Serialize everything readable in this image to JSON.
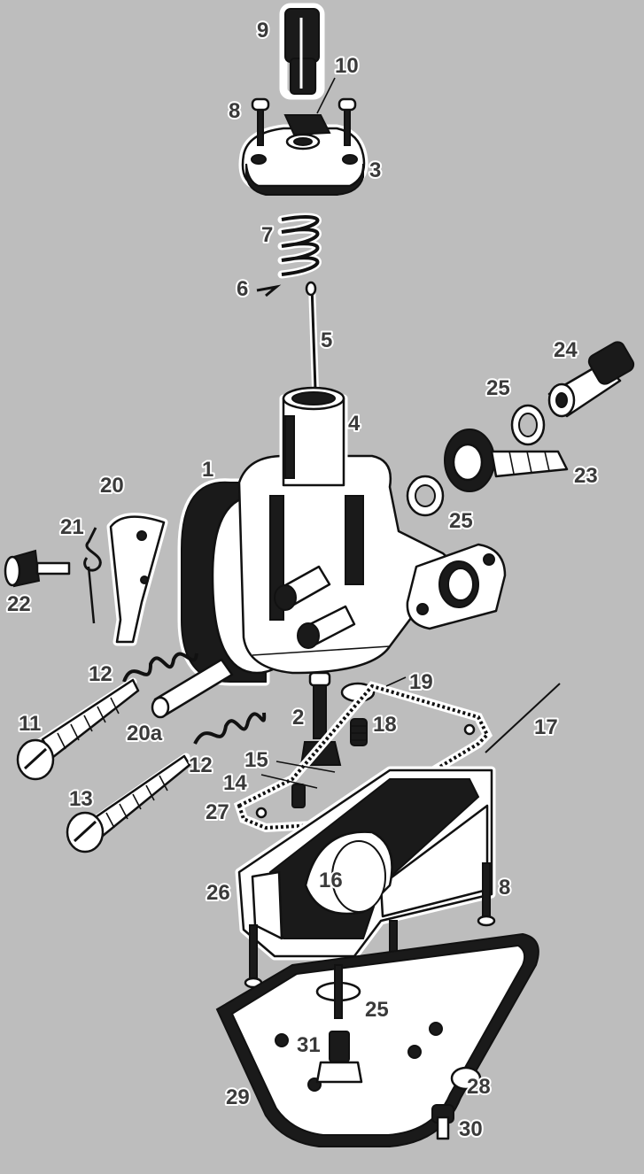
{
  "labels": {
    "l1": "1",
    "l2": "2",
    "l3": "3",
    "l4": "4",
    "l5": "5",
    "l6": "6",
    "l7": "7",
    "l8a": "8",
    "l8b": "8",
    "l9": "9",
    "l10": "10",
    "l11": "11",
    "l12a": "12",
    "l12b": "12",
    "l13": "13",
    "l14": "14",
    "l15": "15",
    "l16": "16",
    "l17": "17",
    "l18": "18",
    "l19": "19",
    "l20": "20",
    "l20a": "20a",
    "l21": "21",
    "l22": "22",
    "l23": "23",
    "l24": "24",
    "l25a": "25",
    "l25b": "25",
    "l25c": "25",
    "l26": "26",
    "l27": "27",
    "l28": "28",
    "l29": "29",
    "l30": "30",
    "l31": "31"
  },
  "colors": {
    "background": "#bdbdbd",
    "ink": "#111111",
    "label": "#3a3a3a"
  }
}
